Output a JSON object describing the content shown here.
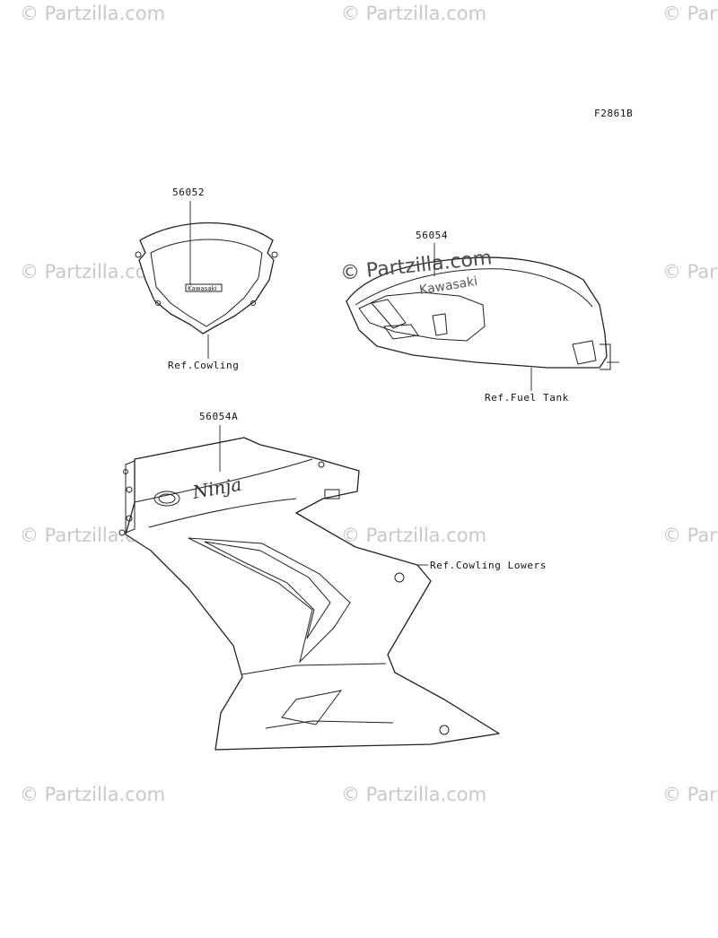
{
  "diagram": {
    "code": "F2861B",
    "watermark": "© Partzilla.com",
    "callouts": {
      "windshield_part": "56052",
      "windshield_ref": "Ref.Cowling",
      "tank_part": "56054",
      "tank_ref": "Ref.Fuel Tank",
      "cowl_part": "56054A",
      "cowl_ref": "Ref.Cowling Lowers"
    },
    "decals": {
      "windshield_logo": "Kawasaki",
      "tank_logo": "Kawasaki",
      "cowl_logo": "Ninja"
    }
  },
  "colors": {
    "line": "#222222",
    "watermark": "#c8c8c8"
  }
}
